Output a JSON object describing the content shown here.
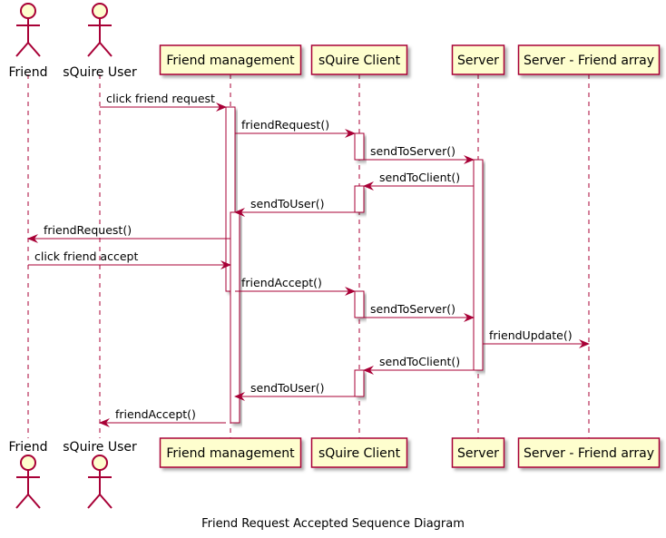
{
  "participants": [
    {
      "id": "friend",
      "label": "Friend",
      "kind": "actor"
    },
    {
      "id": "squire_user",
      "label": "sQuire User",
      "kind": "actor"
    },
    {
      "id": "friend_mgmt",
      "label": "Friend management",
      "kind": "box"
    },
    {
      "id": "squire_client",
      "label": "sQuire Client",
      "kind": "box"
    },
    {
      "id": "server",
      "label": "Server",
      "kind": "box"
    },
    {
      "id": "server_friend_array",
      "label": "Server - Friend array",
      "kind": "box"
    }
  ],
  "messages": [
    {
      "from": "squire_user",
      "to": "friend_mgmt",
      "label": "click friend request"
    },
    {
      "from": "friend_mgmt",
      "to": "squire_client",
      "label": "friendRequest()"
    },
    {
      "from": "squire_client",
      "to": "server",
      "label": "sendToServer()"
    },
    {
      "from": "server",
      "to": "squire_client",
      "label": "sendToClient()"
    },
    {
      "from": "squire_client",
      "to": "friend_mgmt",
      "label": "sendToUser()"
    },
    {
      "from": "friend_mgmt",
      "to": "friend",
      "label": "friendRequest()"
    },
    {
      "from": "friend",
      "to": "friend_mgmt",
      "label": "click friend accept"
    },
    {
      "from": "friend_mgmt",
      "to": "squire_client",
      "label": "friendAccept()"
    },
    {
      "from": "squire_client",
      "to": "server",
      "label": "sendToServer()"
    },
    {
      "from": "server",
      "to": "server_friend_array",
      "label": "friendUpdate()"
    },
    {
      "from": "server",
      "to": "squire_client",
      "label": "sendToClient()"
    },
    {
      "from": "squire_client",
      "to": "friend_mgmt",
      "label": "sendToUser()"
    },
    {
      "from": "friend_mgmt",
      "to": "squire_user",
      "label": "friendAccept()"
    }
  ],
  "caption": "Friend Request Accepted Sequence Diagram",
  "colors": {
    "arrow": "#a80036",
    "box_fill": "#fefece",
    "box_border": "#a80036",
    "lifeline": "#a80036",
    "text": "#000000"
  }
}
